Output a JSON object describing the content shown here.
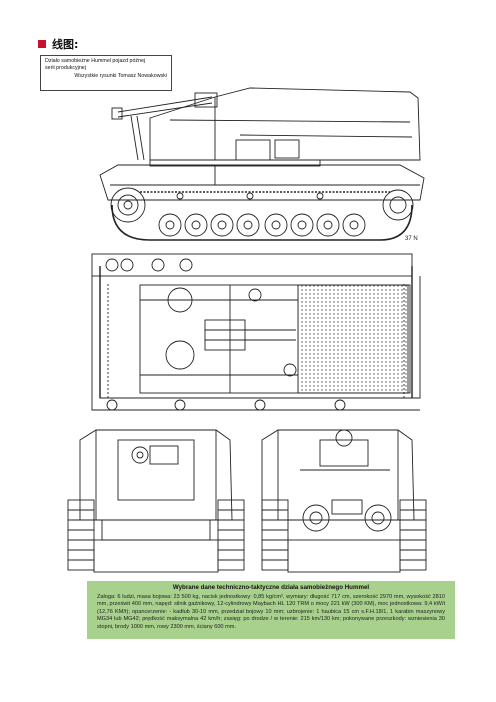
{
  "section": {
    "title": "线图:"
  },
  "caption": {
    "line1": "Działo samobieżne Hummel pojazd późnej",
    "line2": "serii produkcyjnej",
    "credit": "Wszystkie rysunki Tomasz Nowakowski"
  },
  "specs": {
    "title": "Wybrane dane techniczno-taktyczne działa samobieżnego Hummel",
    "text": "Załoga: 6 ludzi, masa bojowa: 23 500 kg, nacisk jednostkowy: 0,85 kg/cm², wymiary: długość 717 cm, szerokość 2970 mm, wysokość 2810 mm, prześwit 400 mm, napęd: silnik gaźnikowy, 12-cylindrowy Maybach HL 120 TRM o mocy 221 kW (300 KM), moc jednostkowa: 9,4 kW/t (12,76 KM/t); opancerzenie: - kadłub 30-10 mm, przedział bojowy 10 mm; uzbrojenie: 1 haubica 15 cm s.F.H.18/1, 1 karabin maszynowy MG34 lub MG42; prędkość maksymalna 42 km/h; zasięg: po drodze / w terenie: 215 km/130 km; pokonywane przeszkody: wzniesienia 30 stopni, brody 1000 mm, rowy 2300 mm, ściany 600 mm."
  },
  "drawing_label": "37 N",
  "colors": {
    "bullet": "#c8102e",
    "specs_bg": "#a9d18e",
    "line": "#222222"
  }
}
